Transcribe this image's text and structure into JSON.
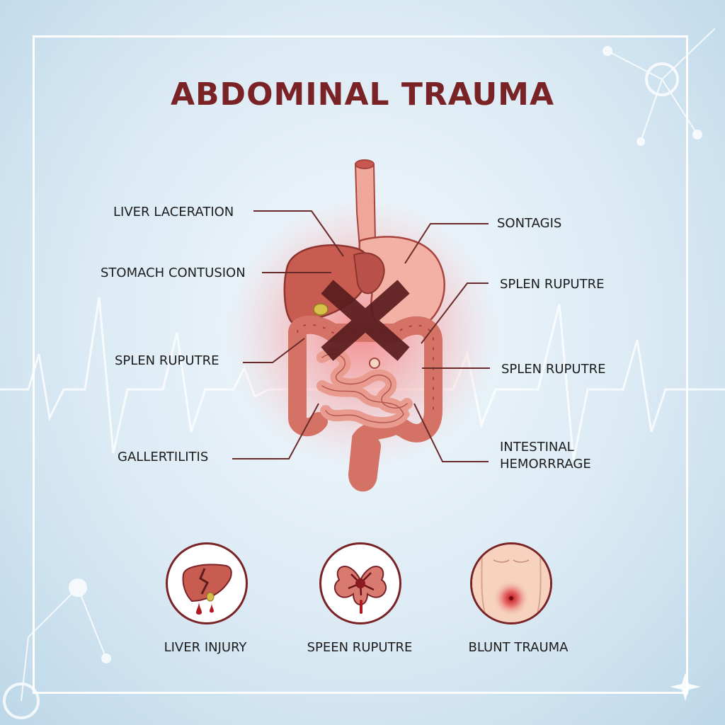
{
  "title": "ABDOMINAL TRAUMA",
  "labels": {
    "liver_laceration": "LIVER LACERATION",
    "stomach_contusion": "STOMACH CONTUSION",
    "splen_ruputre_left": "SPLEN RUPUTRE",
    "gallertilitis": "GALLERTILITIS",
    "sontagis": "SONTAGIS",
    "splen_ruputre_right_1": "SPLEN RUPUTRE",
    "splen_ruputre_right_2": "SPLEN RUPUTRE",
    "intestinal_line1": "INTESTINAL",
    "intestinal_line2": "HEMORRRAGE"
  },
  "icons": [
    {
      "caption": "LIVER INJURY",
      "icon": "liver-injury-icon"
    },
    {
      "caption": "SPEEN RUPUTRE",
      "icon": "spleen-rupture-icon"
    },
    {
      "caption": "BLUNT TRAUMA",
      "icon": "blunt-trauma-icon"
    }
  ],
  "colors": {
    "title": "#7a2326",
    "organ": "#d97a70",
    "organ_dark": "#a8443e",
    "x_mark": "#5a1c1e",
    "leader": "#6b2a2a"
  }
}
